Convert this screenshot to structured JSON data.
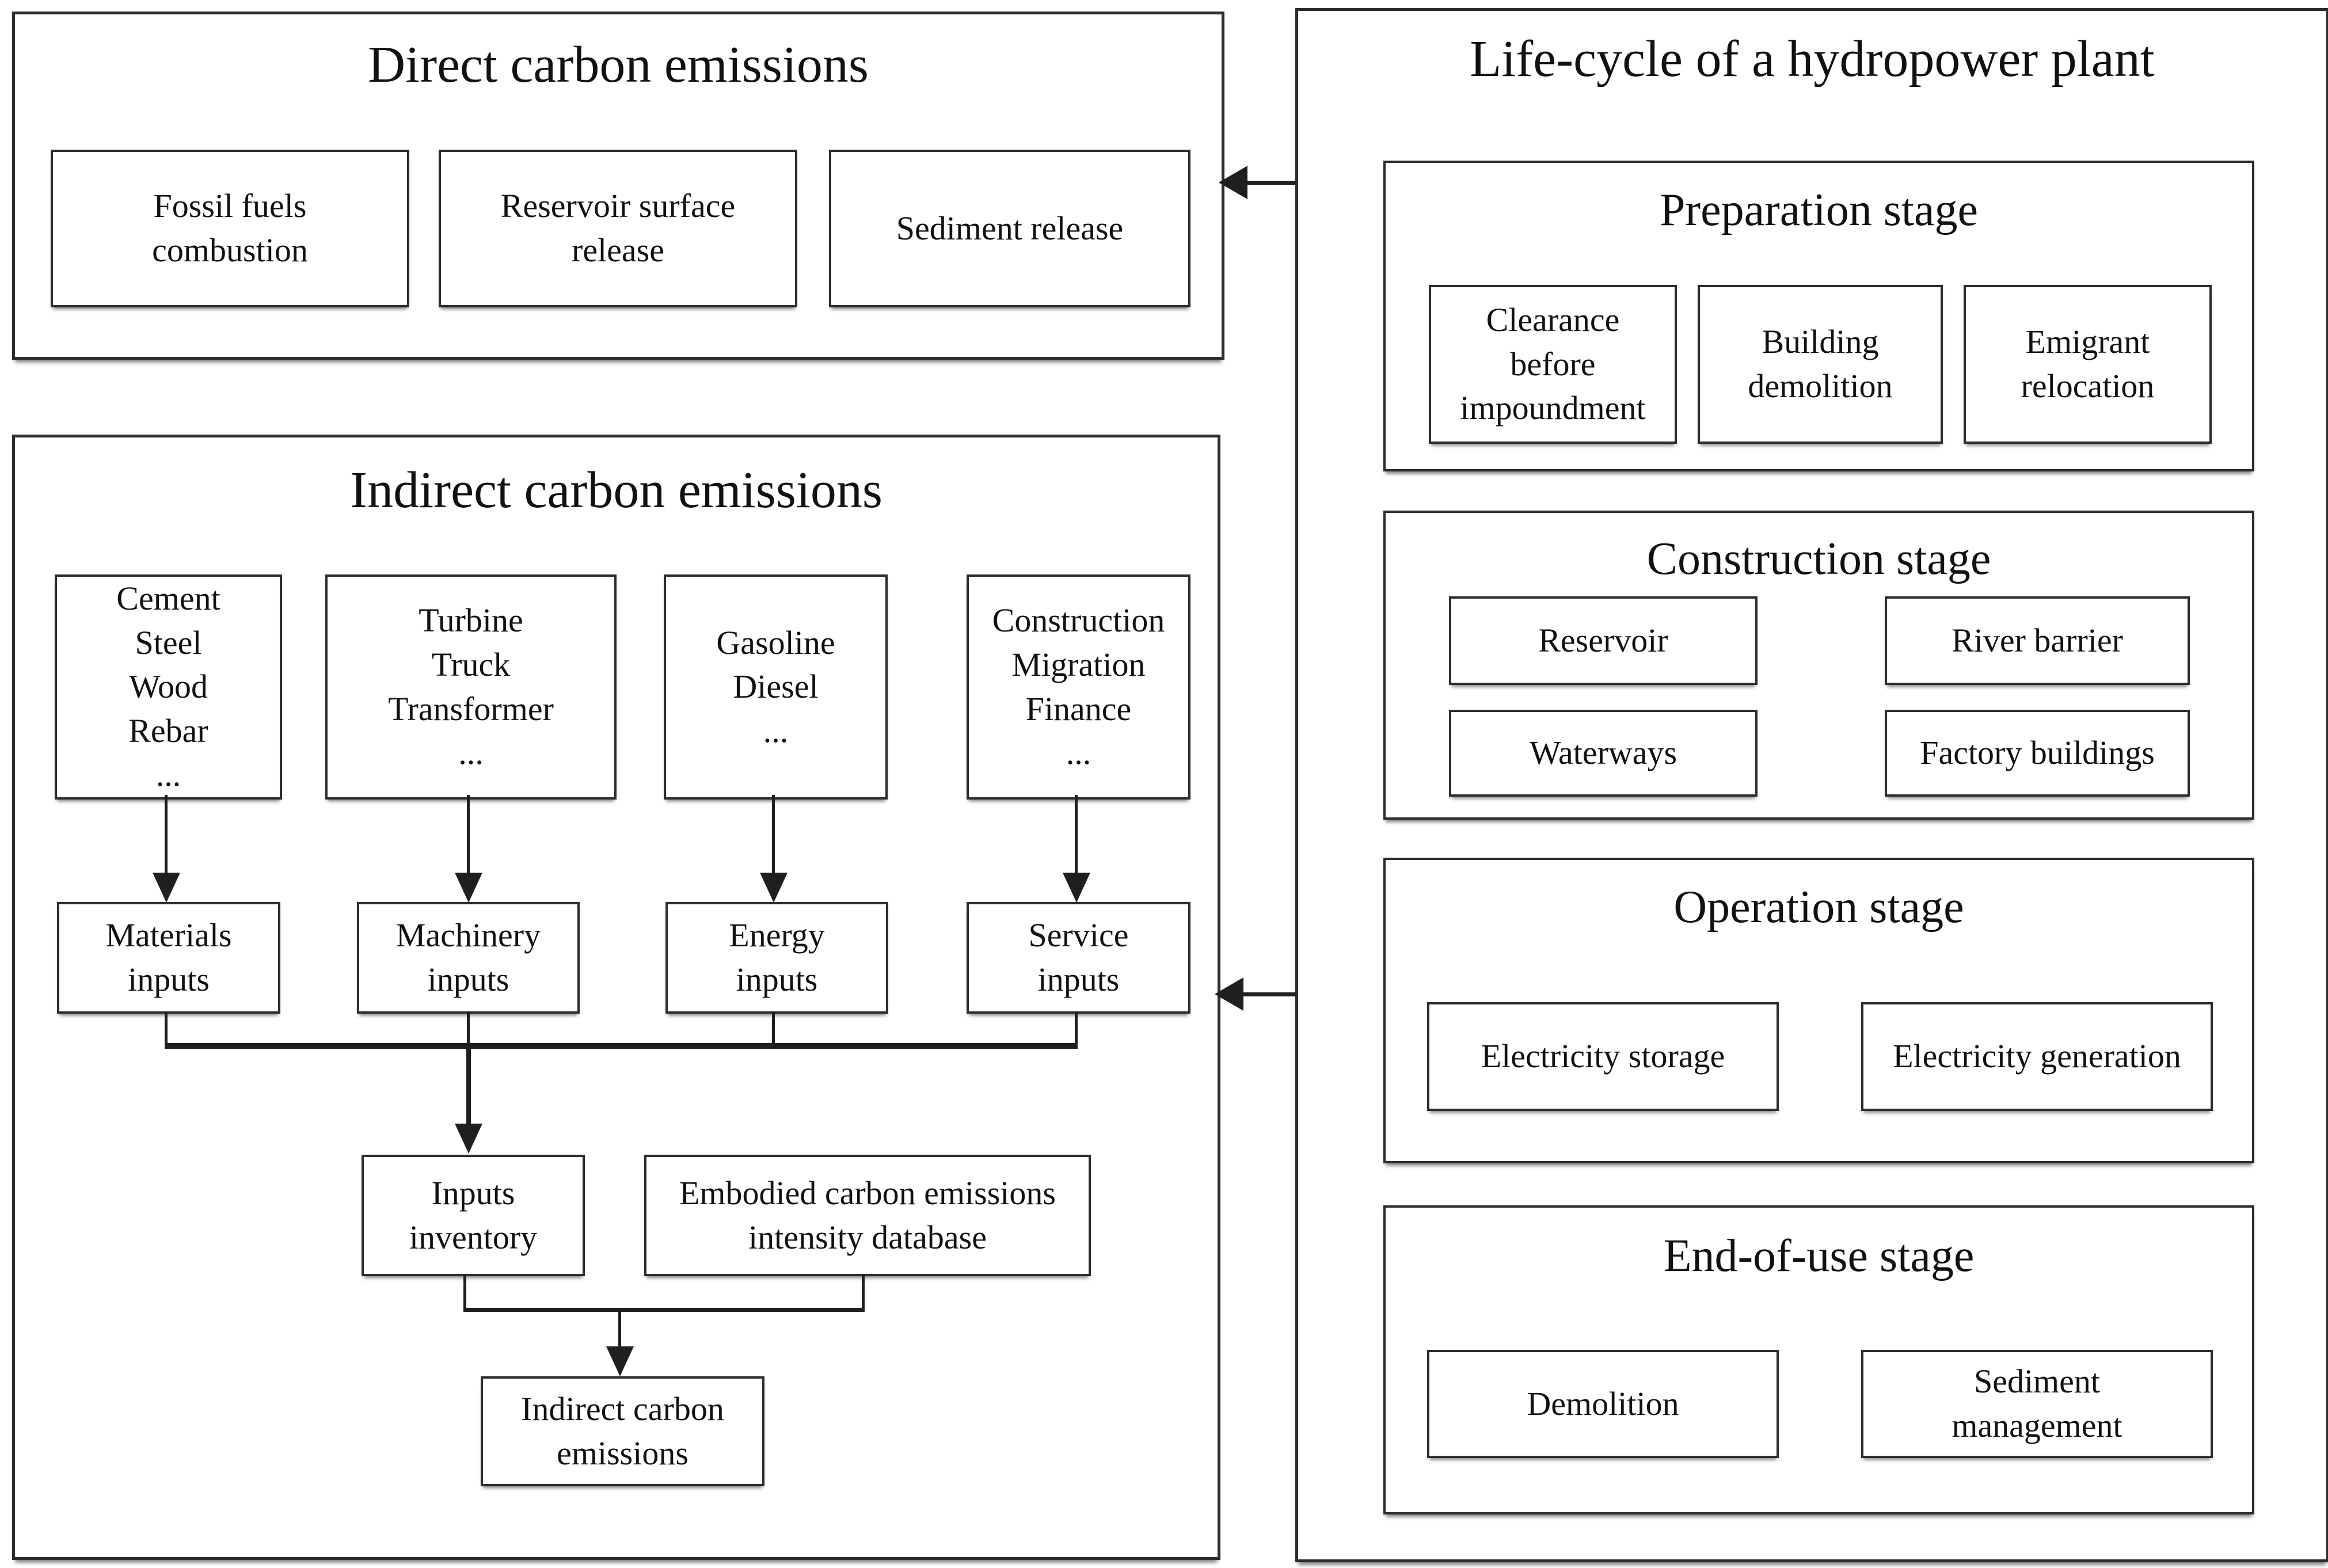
{
  "direct_panel": {
    "title": "Direct carbon emissions",
    "boxes": [
      "Fossil fuels\ncombustion",
      "Reservoir surface\nrelease",
      "Sediment release"
    ]
  },
  "indirect_panel": {
    "title": "Indirect carbon emissions",
    "source_boxes": [
      "Cement\nSteel\nWood\nRebar\n...",
      "Turbine\nTruck\nTransformer\n...",
      "Gasoline\nDiesel\n...",
      "Construction\nMigration\nFinance\n..."
    ],
    "input_boxes": [
      "Materials\ninputs",
      "Machinery\ninputs",
      "Energy\ninputs",
      "Service\ninputs"
    ],
    "inventory_box": "Inputs\ninventory",
    "database_box": "Embodied carbon emissions\nintensity database",
    "result_box": "Indirect carbon\nemissions"
  },
  "lifecycle_panel": {
    "title": "Life-cycle of a hydropower plant",
    "stages": [
      {
        "title": "Preparation stage",
        "items": [
          "Clearance\nbefore\nimpoundment",
          "Building\ndemolition",
          "Emigrant\nrelocation"
        ]
      },
      {
        "title": "Construction stage",
        "items": [
          "Reservoir",
          "River barrier",
          "Waterways",
          "Factory buildings"
        ]
      },
      {
        "title": "Operation stage",
        "items": [
          "Electricity storage",
          "Electricity generation"
        ]
      },
      {
        "title": "End-of-use stage",
        "items": [
          "Demolition",
          "Sediment\nmanagement"
        ]
      }
    ]
  },
  "colors": {
    "ink": "#1f1f1f",
    "paper": "#ffffff"
  }
}
